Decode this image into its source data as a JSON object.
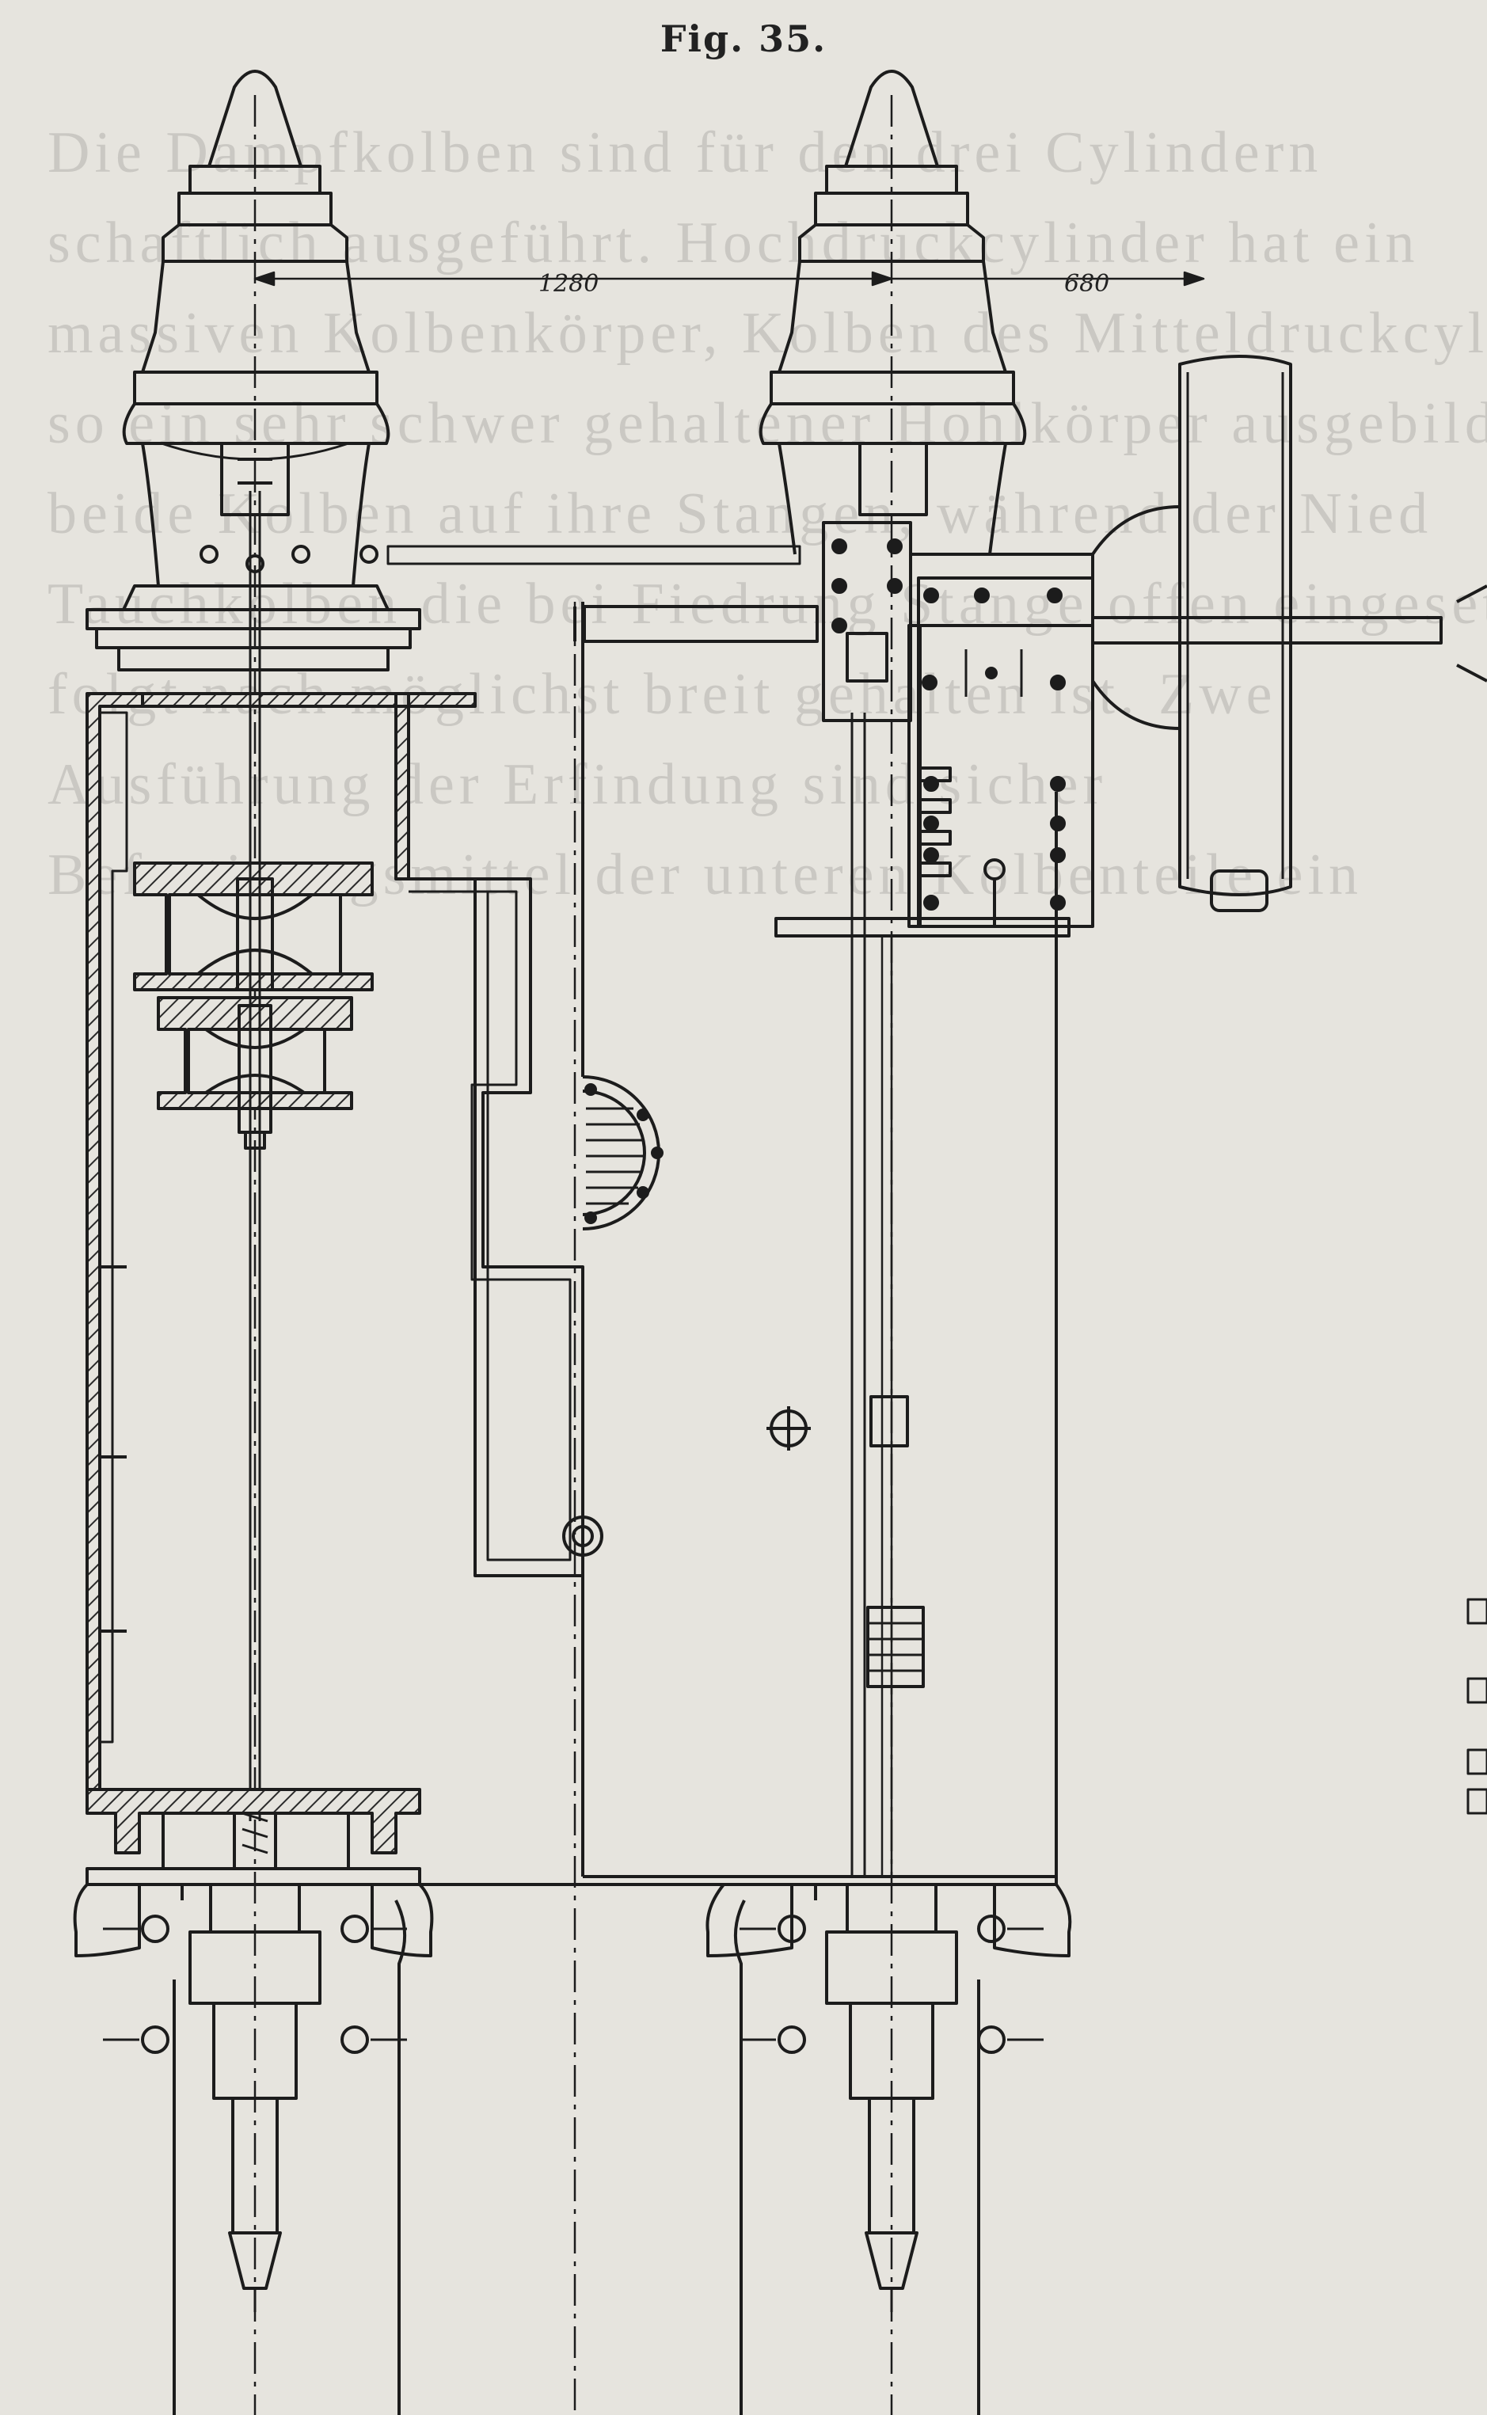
{
  "figure": {
    "title": "Fig. 35.",
    "dimensions": {
      "left_span": "1280",
      "right_span": "680"
    }
  },
  "colors": {
    "paper": "#e6e4de",
    "ink": "#1c1c1c",
    "hatch": "#2a2a2a"
  }
}
